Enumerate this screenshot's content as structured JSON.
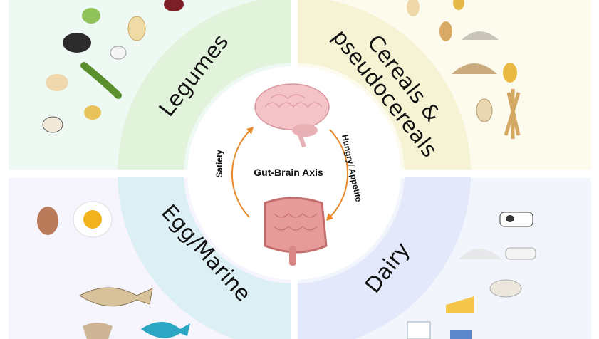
{
  "center": {
    "title": "Gut-Brain Axis",
    "left_arrow_label": "Satiety",
    "right_arrow_label": "Hungry/ Appetite"
  },
  "sections": {
    "legumes": "Legumes",
    "cereals_line1": "Cereals &",
    "cereals_line2": "pseudocereals",
    "egg_marine": "Egg/Marine",
    "dairy": "Dairy"
  },
  "colors": {
    "arrow": "#e8892a",
    "legumes_ring": "#e2f3dc",
    "cereals_ring": "#f5f3d4",
    "egg_ring": "#dbeff4",
    "dairy_ring": "#e3e9fa"
  }
}
